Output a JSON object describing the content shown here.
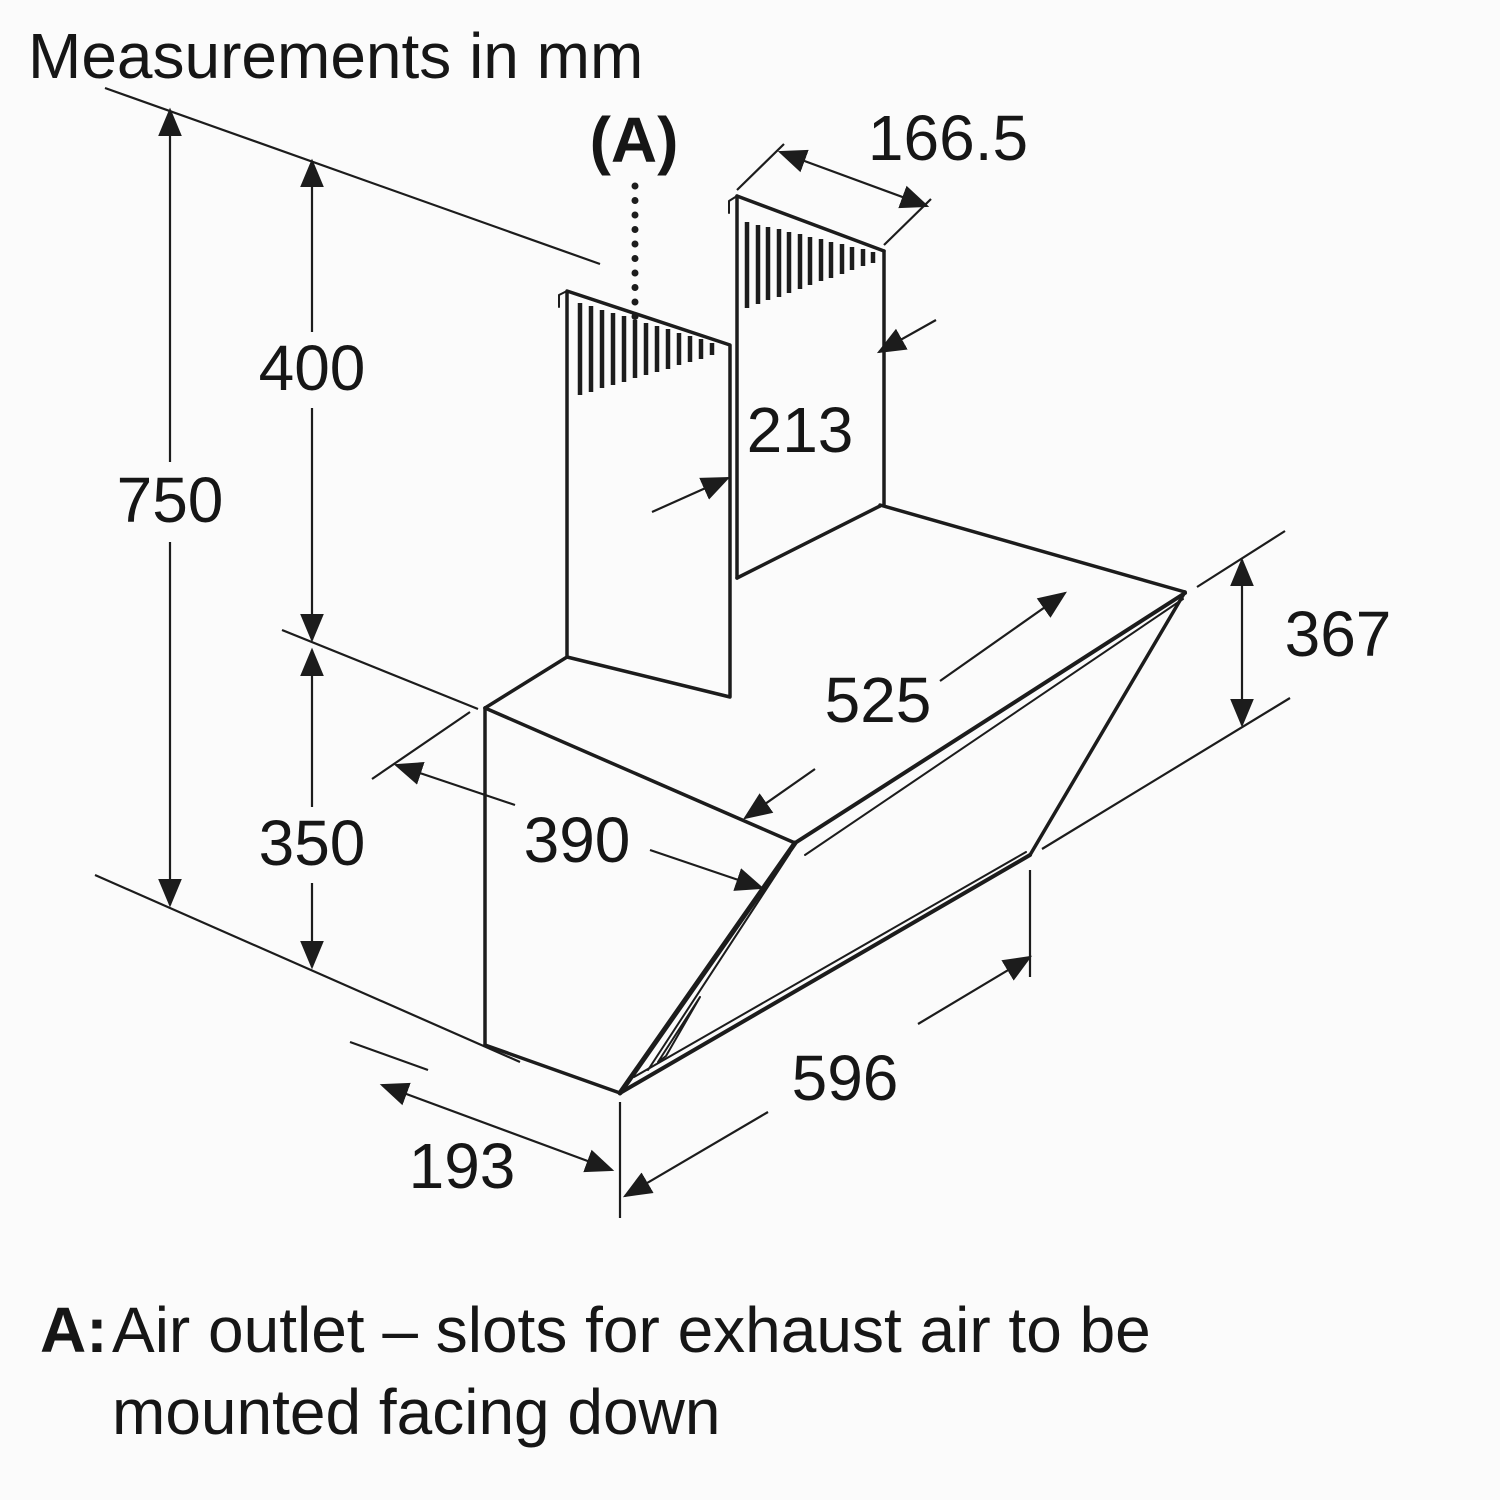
{
  "title": "Measurements in mm",
  "callout": {
    "label": "(A)"
  },
  "dimensions": {
    "total_height": "750",
    "chimney_height": "400",
    "body_height": "350",
    "chimney_top_depth": "166.5",
    "chimney_depth": "213",
    "top_width": "525",
    "body_depth": "390",
    "glass_height": "367",
    "body_width": "596",
    "bottom_depth": "193"
  },
  "note": {
    "label": "A:",
    "line1": "Air outlet – slots for exhaust air to be",
    "line2": "mounted facing down"
  },
  "colors": {
    "line": "#1c1c1c",
    "background": "#fbfbfb"
  }
}
